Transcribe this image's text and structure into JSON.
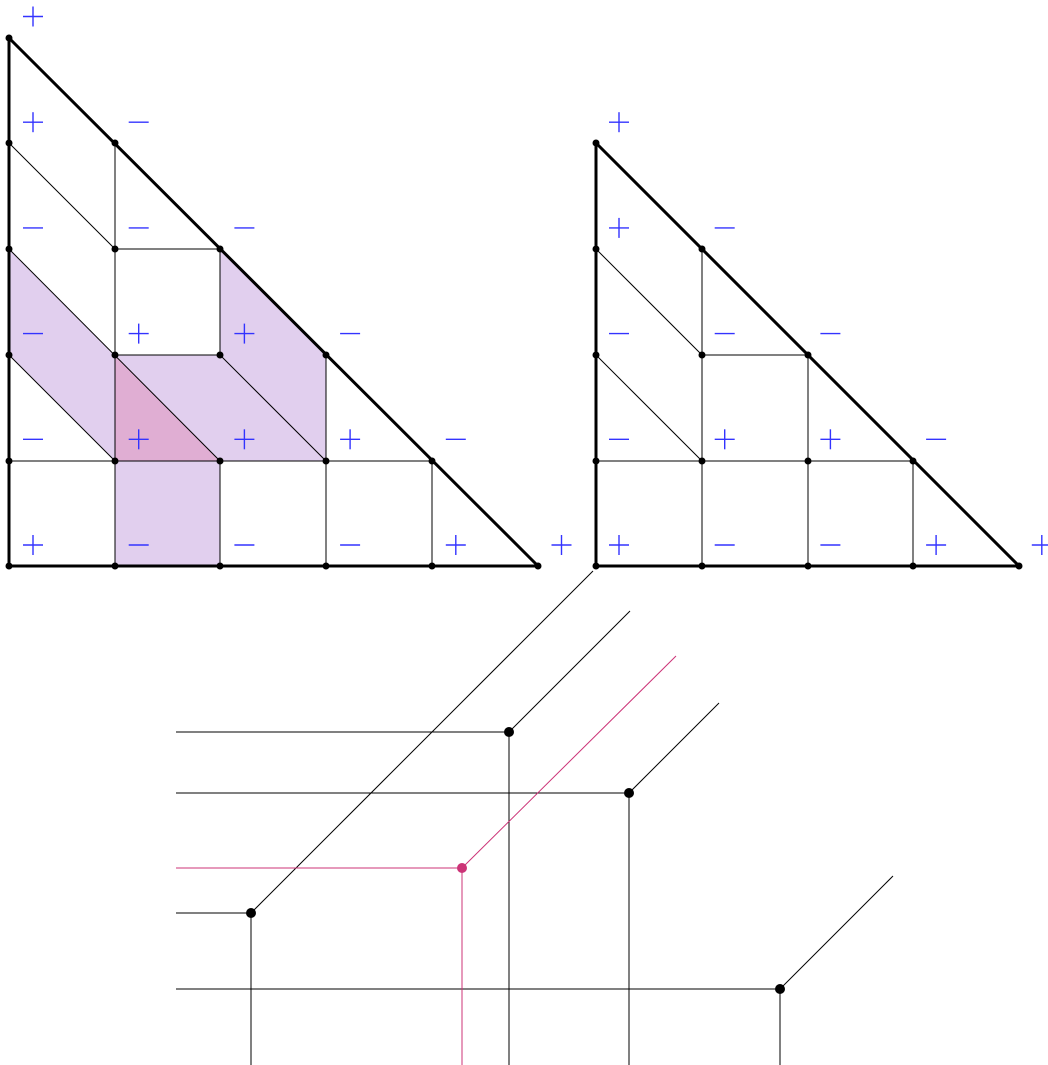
{
  "colors": {
    "sign": "#3333ff",
    "edges": "#000000",
    "highlight_line": "#cc3377",
    "region_fill": "#c8a8e0",
    "region_overlap": "#e0a0c8"
  },
  "left_triangle": {
    "signs_rows": [
      [
        "+"
      ],
      [
        "+",
        "-"
      ],
      [
        "-",
        "-",
        "-"
      ],
      [
        "-",
        "+",
        "+",
        "-"
      ],
      [
        "-",
        "+",
        "+",
        "+",
        "-"
      ],
      [
        "+",
        "-",
        "-",
        "-",
        "+",
        "+"
      ]
    ],
    "shaded_regions": 3
  },
  "right_triangle": {
    "signs_rows": [
      [
        "+"
      ],
      [
        "+",
        "-"
      ],
      [
        "-",
        "-",
        "-"
      ],
      [
        "-",
        "+",
        "+",
        "-"
      ],
      [
        "+",
        "-",
        "-",
        "+",
        "+"
      ]
    ]
  },
  "bottom_diagram": {
    "vertices": 5,
    "highlighted_vertex": 1
  }
}
